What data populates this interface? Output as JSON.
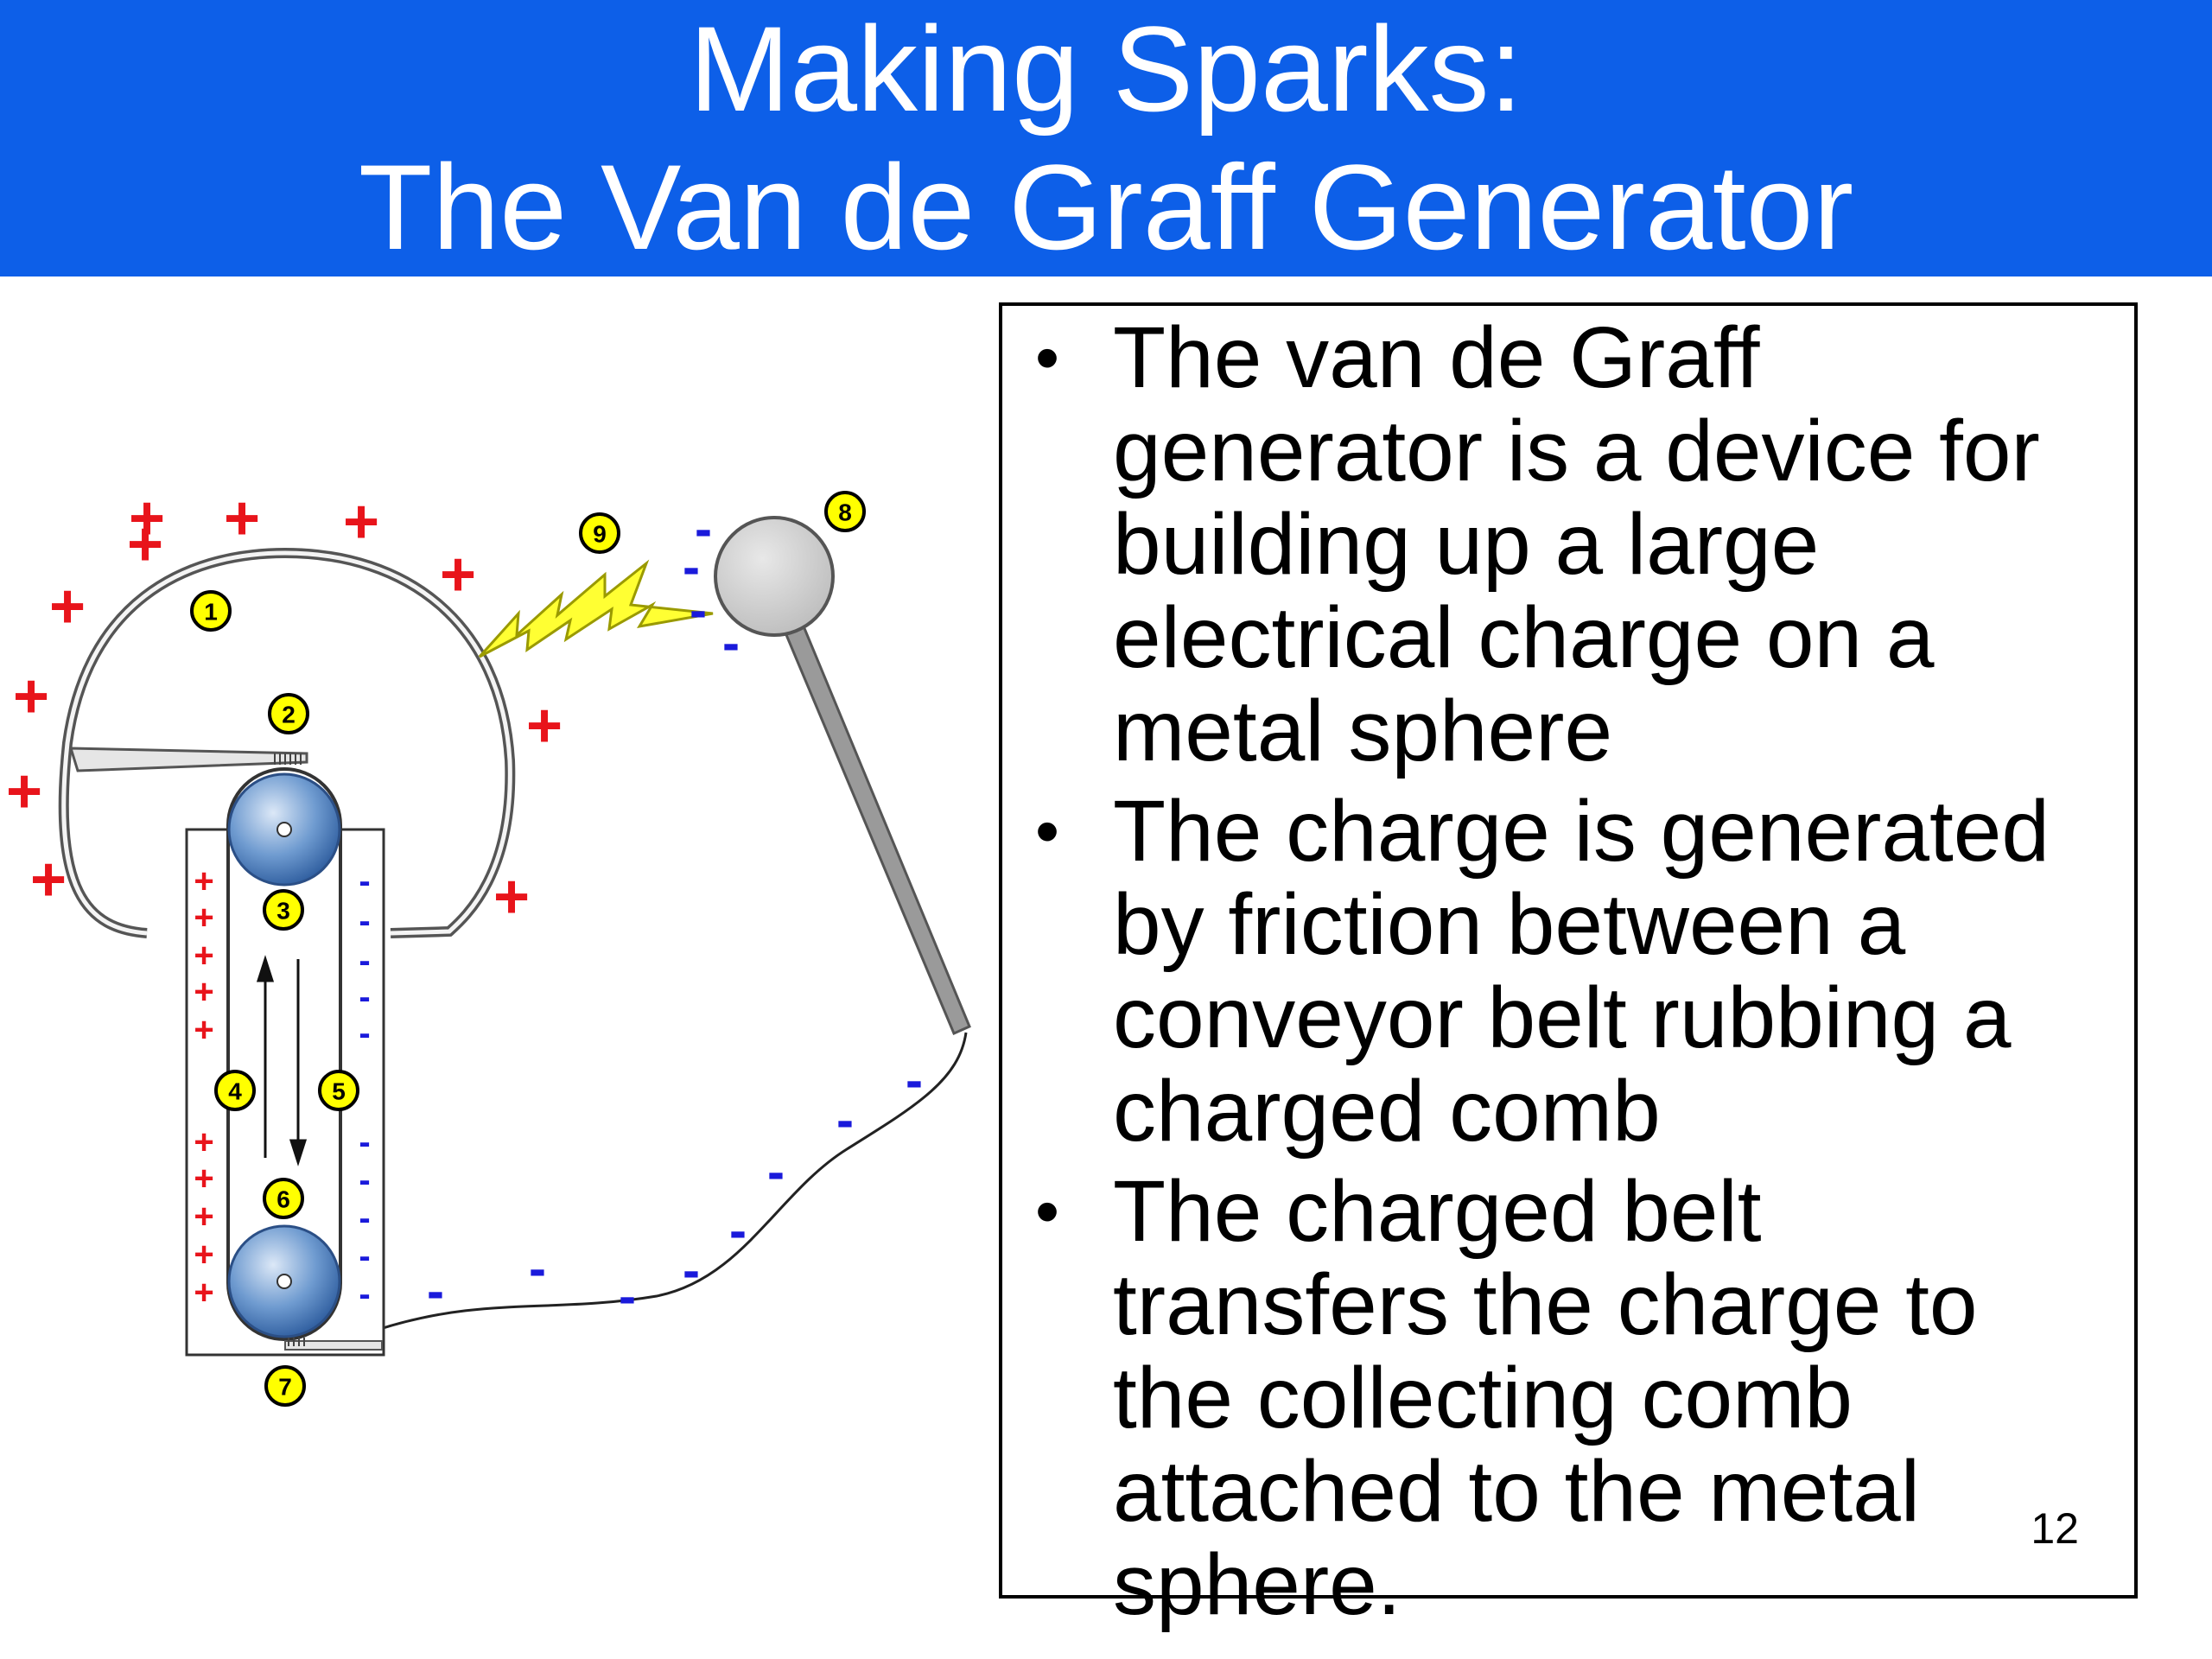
{
  "title": {
    "line1": "Making Sparks:",
    "line2": "The Van de Graff Generator"
  },
  "bullets": [
    "The van de Graff generator is a device for building up a large electrical charge on a metal sphere",
    "The charge is generated by friction between a conveyor belt rubbing a charged comb",
    "The charged belt transfers the charge to the collecting comb attached to the metal sphere."
  ],
  "page_number": "12",
  "diagram": {
    "markers": [
      "1",
      "2",
      "3",
      "4",
      "5",
      "6",
      "7",
      "8",
      "9"
    ],
    "plus_sign": "+",
    "minus_sign": "-"
  },
  "colors": {
    "title_bar": "#0d5fe8",
    "positive_charge": "#e8141b",
    "negative_charge": "#1a1adb",
    "marker_fill": "#ffff00",
    "roller": "#3c6fad",
    "sphere": "#cccccc",
    "spark": "#ffff33"
  }
}
